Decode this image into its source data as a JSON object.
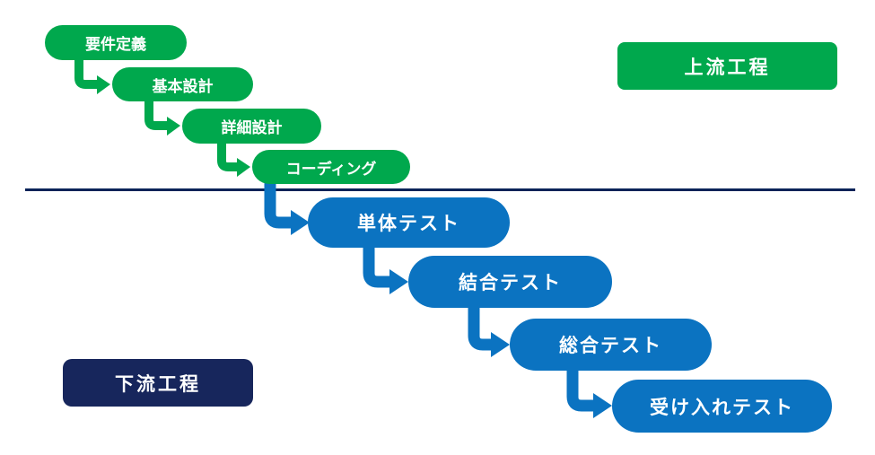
{
  "colors": {
    "background": "#FFFFFF",
    "upstream_green": "#00A84D",
    "downstream_blue": "#0B73C1",
    "navy": "#17265C",
    "divider_navy": "#0A2358",
    "text_white": "#FFFFFF"
  },
  "phases": {
    "upstream": {
      "label": "上流工程",
      "steps": [
        {
          "id": "requirements-definition",
          "label": "要件定義"
        },
        {
          "id": "basic-design",
          "label": "基本設計"
        },
        {
          "id": "detailed-design",
          "label": "詳細設計"
        },
        {
          "id": "coding",
          "label": "コーディング"
        }
      ]
    },
    "downstream": {
      "label": "下流工程",
      "steps": [
        {
          "id": "unit-test",
          "label": "単体テスト"
        },
        {
          "id": "integration-test",
          "label": "結合テスト"
        },
        {
          "id": "system-test",
          "label": "総合テスト"
        },
        {
          "id": "acceptance-test",
          "label": "受け入れテスト"
        }
      ]
    }
  }
}
